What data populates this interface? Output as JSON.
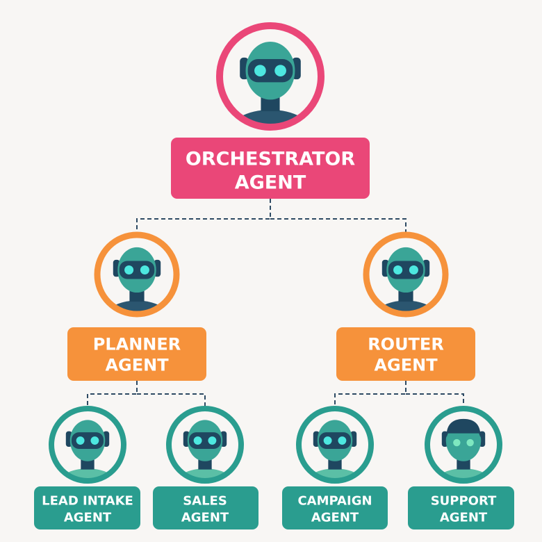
{
  "colors": {
    "background": "#f8f6f4",
    "orchestrator": "#EA4778",
    "mid": "#F6923B",
    "leaf": "#2A9D8F",
    "connector": "#2D4A63"
  },
  "nodes": [
    {
      "id": "orchestrator",
      "lines": [
        "ORCHESTRATOR",
        "AGENT"
      ],
      "tier": "top",
      "avatar": "robot"
    },
    {
      "id": "planner",
      "lines": [
        "PLANNER",
        "AGENT"
      ],
      "tier": "mid",
      "avatar": "robot"
    },
    {
      "id": "router",
      "lines": [
        "ROUTER",
        "AGENT"
      ],
      "tier": "mid",
      "avatar": "robot"
    },
    {
      "id": "lead-intake",
      "lines": [
        "LEAD INTAKE",
        "AGENT"
      ],
      "tier": "leaf",
      "avatar": "robot"
    },
    {
      "id": "sales",
      "lines": [
        "SALES",
        "AGENT"
      ],
      "tier": "leaf",
      "avatar": "robot"
    },
    {
      "id": "campaign",
      "lines": [
        "CAMPAIGN",
        "AGENT"
      ],
      "tier": "leaf",
      "avatar": "robot"
    },
    {
      "id": "support",
      "lines": [
        "SUPPORT",
        "AGENT"
      ],
      "tier": "leaf",
      "avatar": "human"
    }
  ]
}
